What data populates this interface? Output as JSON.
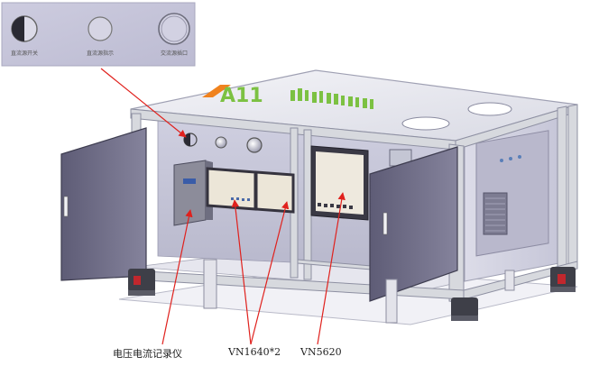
{
  "inset_panel": {
    "labels": [
      "直流源开关",
      "直流源指示",
      "交流源插口"
    ]
  },
  "logo": {
    "text": "A11"
  },
  "callouts": {
    "recorder": "电压电流记录仪",
    "vn1640": "VN1640*2",
    "vn5620": "VN5620"
  },
  "colors": {
    "panel_face": "#c9c8dc",
    "frame_silver": "#d7d9de",
    "arrow_red": "#e0211d",
    "door_face": "#6f6d86",
    "logo_orange": "#f0821e",
    "logo_green": "#7cc142"
  }
}
